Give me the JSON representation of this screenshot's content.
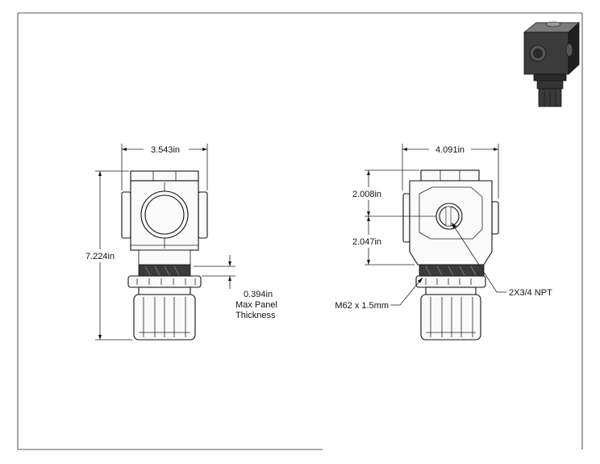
{
  "dimensions": {
    "front_width": "3.543in",
    "overall_height": "7.224in",
    "panel_thickness_value": "0.394in",
    "panel_thickness_line1": "Max Panel",
    "panel_thickness_line2": "Thickness",
    "side_width": "4.091in",
    "upper_height": "2.008in",
    "lower_height": "2.047in",
    "thread": "M62 x 1.5mm",
    "port": "2X3/4 NPT"
  }
}
